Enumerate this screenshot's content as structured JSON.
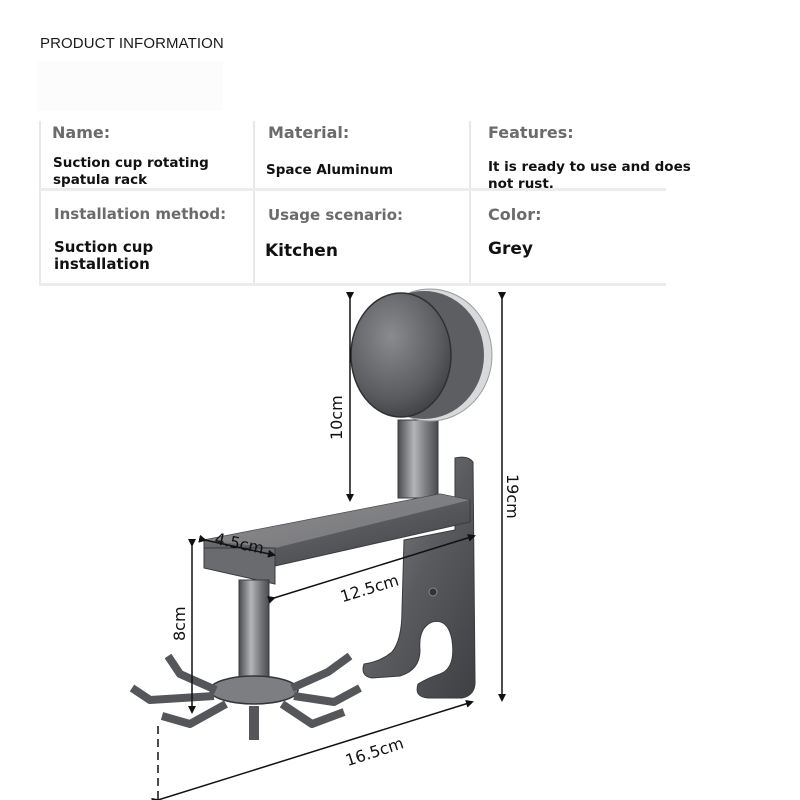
{
  "header": {
    "title": "PRODUCT INFORMATION"
  },
  "specs": {
    "row1": [
      {
        "label": "Name:",
        "value": "Suction cup rotating spatula rack"
      },
      {
        "label": "Material:",
        "value": "Space Aluminum"
      },
      {
        "label": "Features:",
        "value": "It is ready to use and does not rust."
      }
    ],
    "row2": [
      {
        "label": "Installation method:",
        "value": "Suction cup installation"
      },
      {
        "label": "Usage scenario:",
        "value": "Kitchen"
      },
      {
        "label": "Color:",
        "value": "Grey"
      }
    ]
  },
  "dimensions": {
    "suction_height": "10cm",
    "total_height": "19cm",
    "arm_width": "4.5cm",
    "arm_length": "12.5cm",
    "hook_height": "8cm",
    "total_depth": "16.5cm"
  },
  "colors": {
    "product_metal": "#5f6063",
    "product_highlight": "#a9aaad",
    "label_grey": "#6b6b6b",
    "grid_line": "#e8e8e8"
  }
}
